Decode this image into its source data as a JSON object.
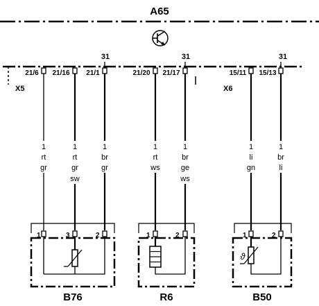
{
  "module": {
    "title": "A65"
  },
  "connectors": [
    {
      "name": "X5",
      "label": "X5"
    },
    {
      "name": "X6",
      "label": "X6"
    }
  ],
  "pins_top": [
    "21/6",
    "21/16",
    "21/1",
    "21/20",
    "21/17",
    "15/11",
    "15/13"
  ],
  "ground_labels": [
    "31",
    "31",
    "31"
  ],
  "wires": [
    {
      "size": "1",
      "colors": [
        "rt",
        "gr"
      ]
    },
    {
      "size": "1",
      "colors": [
        "rt",
        "gr",
        "sw"
      ]
    },
    {
      "size": "1",
      "colors": [
        "br",
        "gr"
      ]
    },
    {
      "size": "1",
      "colors": [
        "rt",
        "ws"
      ]
    },
    {
      "size": "1",
      "colors": [
        "br",
        "ge",
        "ws"
      ]
    },
    {
      "size": "1",
      "colors": [
        "li",
        "gn"
      ]
    },
    {
      "size": "1",
      "colors": [
        "br",
        "li"
      ]
    }
  ],
  "components": [
    {
      "label": "B76",
      "pins": [
        "1",
        "3",
        "2"
      ]
    },
    {
      "label": "R6",
      "pins": [
        "1",
        "2"
      ]
    },
    {
      "label": "B50",
      "pins": [
        "1",
        "2"
      ],
      "symbol": "ϑ"
    }
  ]
}
